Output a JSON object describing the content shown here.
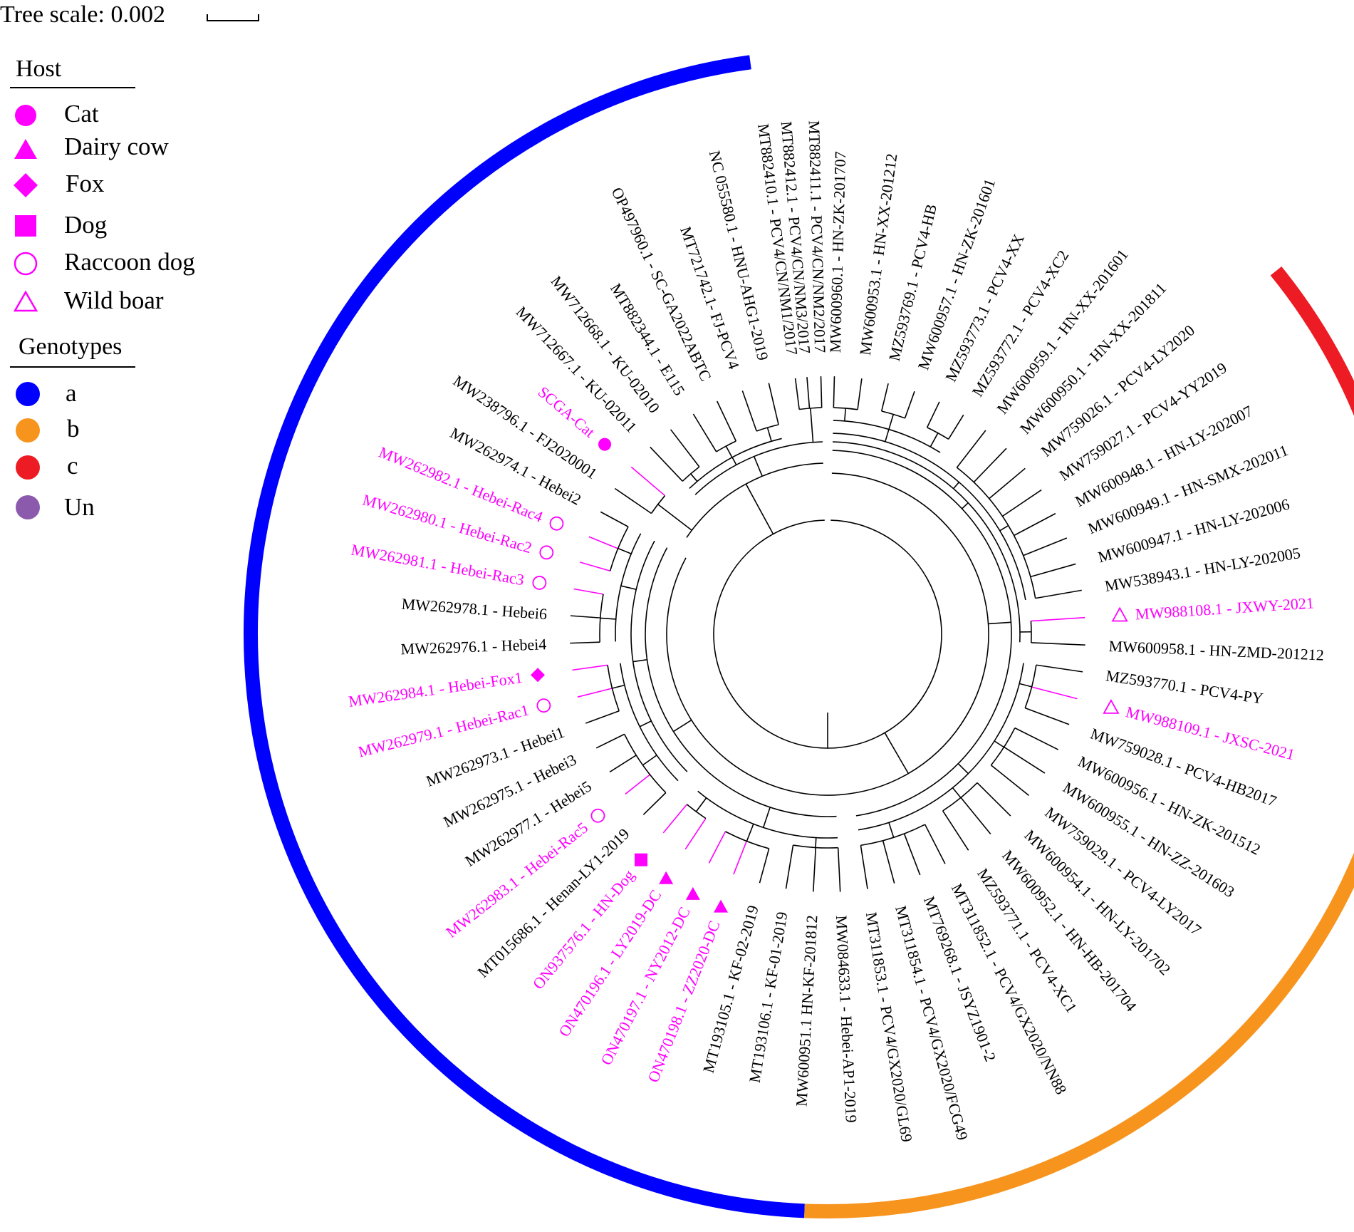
{
  "scale": {
    "label": "Tree scale:",
    "value": "0.002"
  },
  "colors": {
    "host": "#ff00ff",
    "a": "#0000ff",
    "b": "#f7941d",
    "c": "#ed1c24",
    "un": "#8c5aac"
  },
  "legend": {
    "host_title": "Host",
    "host_items": [
      {
        "label": "Cat",
        "icon": "filled-circle-icon"
      },
      {
        "label": "Dairy cow",
        "icon": "filled-triangle-icon"
      },
      {
        "label": "Fox",
        "icon": "filled-diamond-icon"
      },
      {
        "label": "Dog",
        "icon": "filled-square-icon"
      },
      {
        "label": "Raccoon dog",
        "icon": "open-circle-icon"
      },
      {
        "label": "Wild boar",
        "icon": "open-triangle-icon"
      }
    ],
    "genotype_title": "Genotypes",
    "genotype_items": [
      {
        "label": "a",
        "color": "#0000ff"
      },
      {
        "label": "b",
        "color": "#f7941d"
      },
      {
        "label": "c",
        "color": "#ed1c24"
      },
      {
        "label": "Un",
        "color": "#8c5aac"
      }
    ]
  },
  "tree": {
    "genotype_arcs": [
      {
        "genotype": "a",
        "color": "#0000ff",
        "start_deg": 352.3,
        "end_deg": 182.3
      },
      {
        "genotype": "b",
        "color": "#f7941d",
        "start_deg": 182.3,
        "end_deg": 102.7
      },
      {
        "genotype": "un",
        "color": "#8c5aac",
        "start_deg": 102.7,
        "end_deg": 90.6
      },
      {
        "genotype": "c",
        "color": "#ed1c24",
        "start_deg": 90.6,
        "end_deg": 51.0
      }
    ],
    "leaves": [
      {
        "label": "MW600960.1 - HN-ZK-201707",
        "angle": 1.5,
        "host": ""
      },
      {
        "label": "MW600953.1 - HN-XX-201212",
        "angle": 7.6,
        "host": ""
      },
      {
        "label": "MZ593769.1 - PCV4-HB",
        "angle": 13.6,
        "host": ""
      },
      {
        "label": "MW600957.1 - HN-ZK-201601",
        "angle": 19.7,
        "host": ""
      },
      {
        "label": "MZ593773.1 - PCV4-XX",
        "angle": 25.7,
        "host": ""
      },
      {
        "label": "MZ593772.1 - PCV4-XC2",
        "angle": 31.8,
        "host": ""
      },
      {
        "label": "MW600959.1 - HN-XX-201601",
        "angle": 37.8,
        "host": ""
      },
      {
        "label": "MW600950.1 - HN-XX-201811",
        "angle": 43.9,
        "host": ""
      },
      {
        "label": "MW759026.1 - PCV4-LY2020",
        "angle": 50.0,
        "host": ""
      },
      {
        "label": "MW759027.1 - PCV4-YY2019",
        "angle": 56.0,
        "host": ""
      },
      {
        "label": "MW600948.1 - HN-LY-202007",
        "angle": 62.1,
        "host": ""
      },
      {
        "label": "MW600949.1 - HN-SMX-202011",
        "angle": 68.1,
        "host": ""
      },
      {
        "label": "MW600947.1 - HN-LY-202006",
        "angle": 74.2,
        "host": ""
      },
      {
        "label": "MW538943.1 - HN-LY-202005",
        "angle": 80.2,
        "host": ""
      },
      {
        "label": "MW988108.1 - JXWY-2021",
        "angle": 86.3,
        "host": "wild-boar"
      },
      {
        "label": "MW600958.1 - HN-ZMD-201212",
        "angle": 92.4,
        "host": ""
      },
      {
        "label": "MZ593770.1 - PCV4-PY",
        "angle": 98.4,
        "host": ""
      },
      {
        "label": "MW988109.1 - JXSC-2021",
        "angle": 104.5,
        "host": "wild-boar"
      },
      {
        "label": "MW759028.1 - PCV4-HB2017",
        "angle": 110.5,
        "host": ""
      },
      {
        "label": "MW600956.1 - HN-ZK-201512",
        "angle": 116.6,
        "host": ""
      },
      {
        "label": "MW600955.1 - HN-ZZ-201603",
        "angle": 122.6,
        "host": ""
      },
      {
        "label": "MW759029.1 - PCV4-LY2017",
        "angle": 128.7,
        "host": ""
      },
      {
        "label": "MW600954.1 - HN-LY-201702",
        "angle": 134.8,
        "host": ""
      },
      {
        "label": "MW600952.1 - HN-HB-201704",
        "angle": 140.8,
        "host": ""
      },
      {
        "label": "MZ593771.1 - PCV4-XC1",
        "angle": 146.9,
        "host": ""
      },
      {
        "label": "MT311852.1 - PCV4/GX2020/NN88",
        "angle": 152.9,
        "host": ""
      },
      {
        "label": "MT769268.1 - JSYZ1901-2",
        "angle": 159.0,
        "host": ""
      },
      {
        "label": "MT311854.1 - PCV4/GX2020/FCG49",
        "angle": 165.0,
        "host": ""
      },
      {
        "label": "MT311853.1 - PCV4/GX2020/GL69",
        "angle": 171.1,
        "host": ""
      },
      {
        "label": "MW084633.1 - Hebei-AP1-2019",
        "angle": 177.2,
        "host": ""
      },
      {
        "label": "MW600951.1 HN-KF-201812",
        "angle": 183.2,
        "host": ""
      },
      {
        "label": "MT193106.1 - KF-01-2019",
        "angle": 189.3,
        "host": ""
      },
      {
        "label": "MT193105.1 - KF-02-2019",
        "angle": 195.3,
        "host": ""
      },
      {
        "label": "ON470198.1 - ZZ2020-DC",
        "angle": 201.4,
        "host": "dairy-cow"
      },
      {
        "label": "ON470197.1 - NY2012-DC",
        "angle": 207.4,
        "host": "dairy-cow"
      },
      {
        "label": "ON470196.1 - LY2019-DC",
        "angle": 213.5,
        "host": "dairy-cow"
      },
      {
        "label": "ON937576.1 - HN-Dog",
        "angle": 219.6,
        "host": "dog"
      },
      {
        "label": "MT015686.1 - Henan-LY1-2019",
        "angle": 225.6,
        "host": ""
      },
      {
        "label": "MW262983.1 - Hebei-Rac5",
        "angle": 231.7,
        "host": "raccoon-dog"
      },
      {
        "label": "MW262977.1 - Hebei5",
        "angle": 237.7,
        "host": ""
      },
      {
        "label": "MW262975.1 - Hebei3",
        "angle": 243.8,
        "host": ""
      },
      {
        "label": "MW262973.1 - Hebei1",
        "angle": 249.8,
        "host": ""
      },
      {
        "label": "MW262979.1 - Hebei-Rac1",
        "angle": 255.9,
        "host": "raccoon-dog"
      },
      {
        "label": "MW262984.1 - Hebei-Fox1",
        "angle": 262.0,
        "host": "fox"
      },
      {
        "label": "MW262976.1 - Hebei4",
        "angle": 268.0,
        "host": ""
      },
      {
        "label": "MW262978.1 - Hebei6",
        "angle": 274.1,
        "host": ""
      },
      {
        "label": "MW262981.1 - Hebei-Rac3",
        "angle": 280.1,
        "host": "raccoon-dog"
      },
      {
        "label": "MW262980.1 - Hebei-Rac2",
        "angle": 286.2,
        "host": "raccoon-dog"
      },
      {
        "label": "MW262982.1 - Hebei-Rac4",
        "angle": 292.2,
        "host": "raccoon-dog"
      },
      {
        "label": "MW262974.1 - Hebei2",
        "angle": 298.3,
        "host": ""
      },
      {
        "label": "MW238796.1 - FJ2020001",
        "angle": 304.4,
        "host": ""
      },
      {
        "label": "SCGA-Cat",
        "angle": 310.4,
        "host": "cat"
      },
      {
        "label": "MW712667.1 - KU-02011",
        "angle": 316.5,
        "host": ""
      },
      {
        "label": "MW712668.1 - KU-02010",
        "angle": 322.5,
        "host": ""
      },
      {
        "label": "MT882344.1 - E115",
        "angle": 328.6,
        "host": ""
      },
      {
        "label": "OP497960.1 - SC-GA2022ABTC",
        "angle": 334.6,
        "host": ""
      },
      {
        "label": "MT721742.1- FJ-PCV4",
        "angle": 340.7,
        "host": ""
      },
      {
        "label": "NC 055580.1 - HNU-AHG1-2019",
        "angle": 346.8,
        "host": ""
      },
      {
        "label": "MT882410.1 - PCV4/CN/NM1/2017",
        "angle": 352.8,
        "host": ""
      },
      {
        "label": "MT882412.1 - PCV4/CN/NM3/2017",
        "angle": 355.4,
        "host": ""
      },
      {
        "label": "MT882411.1 - PCV4/CN/NM2/2017",
        "angle": 358.5,
        "host": ""
      }
    ]
  }
}
